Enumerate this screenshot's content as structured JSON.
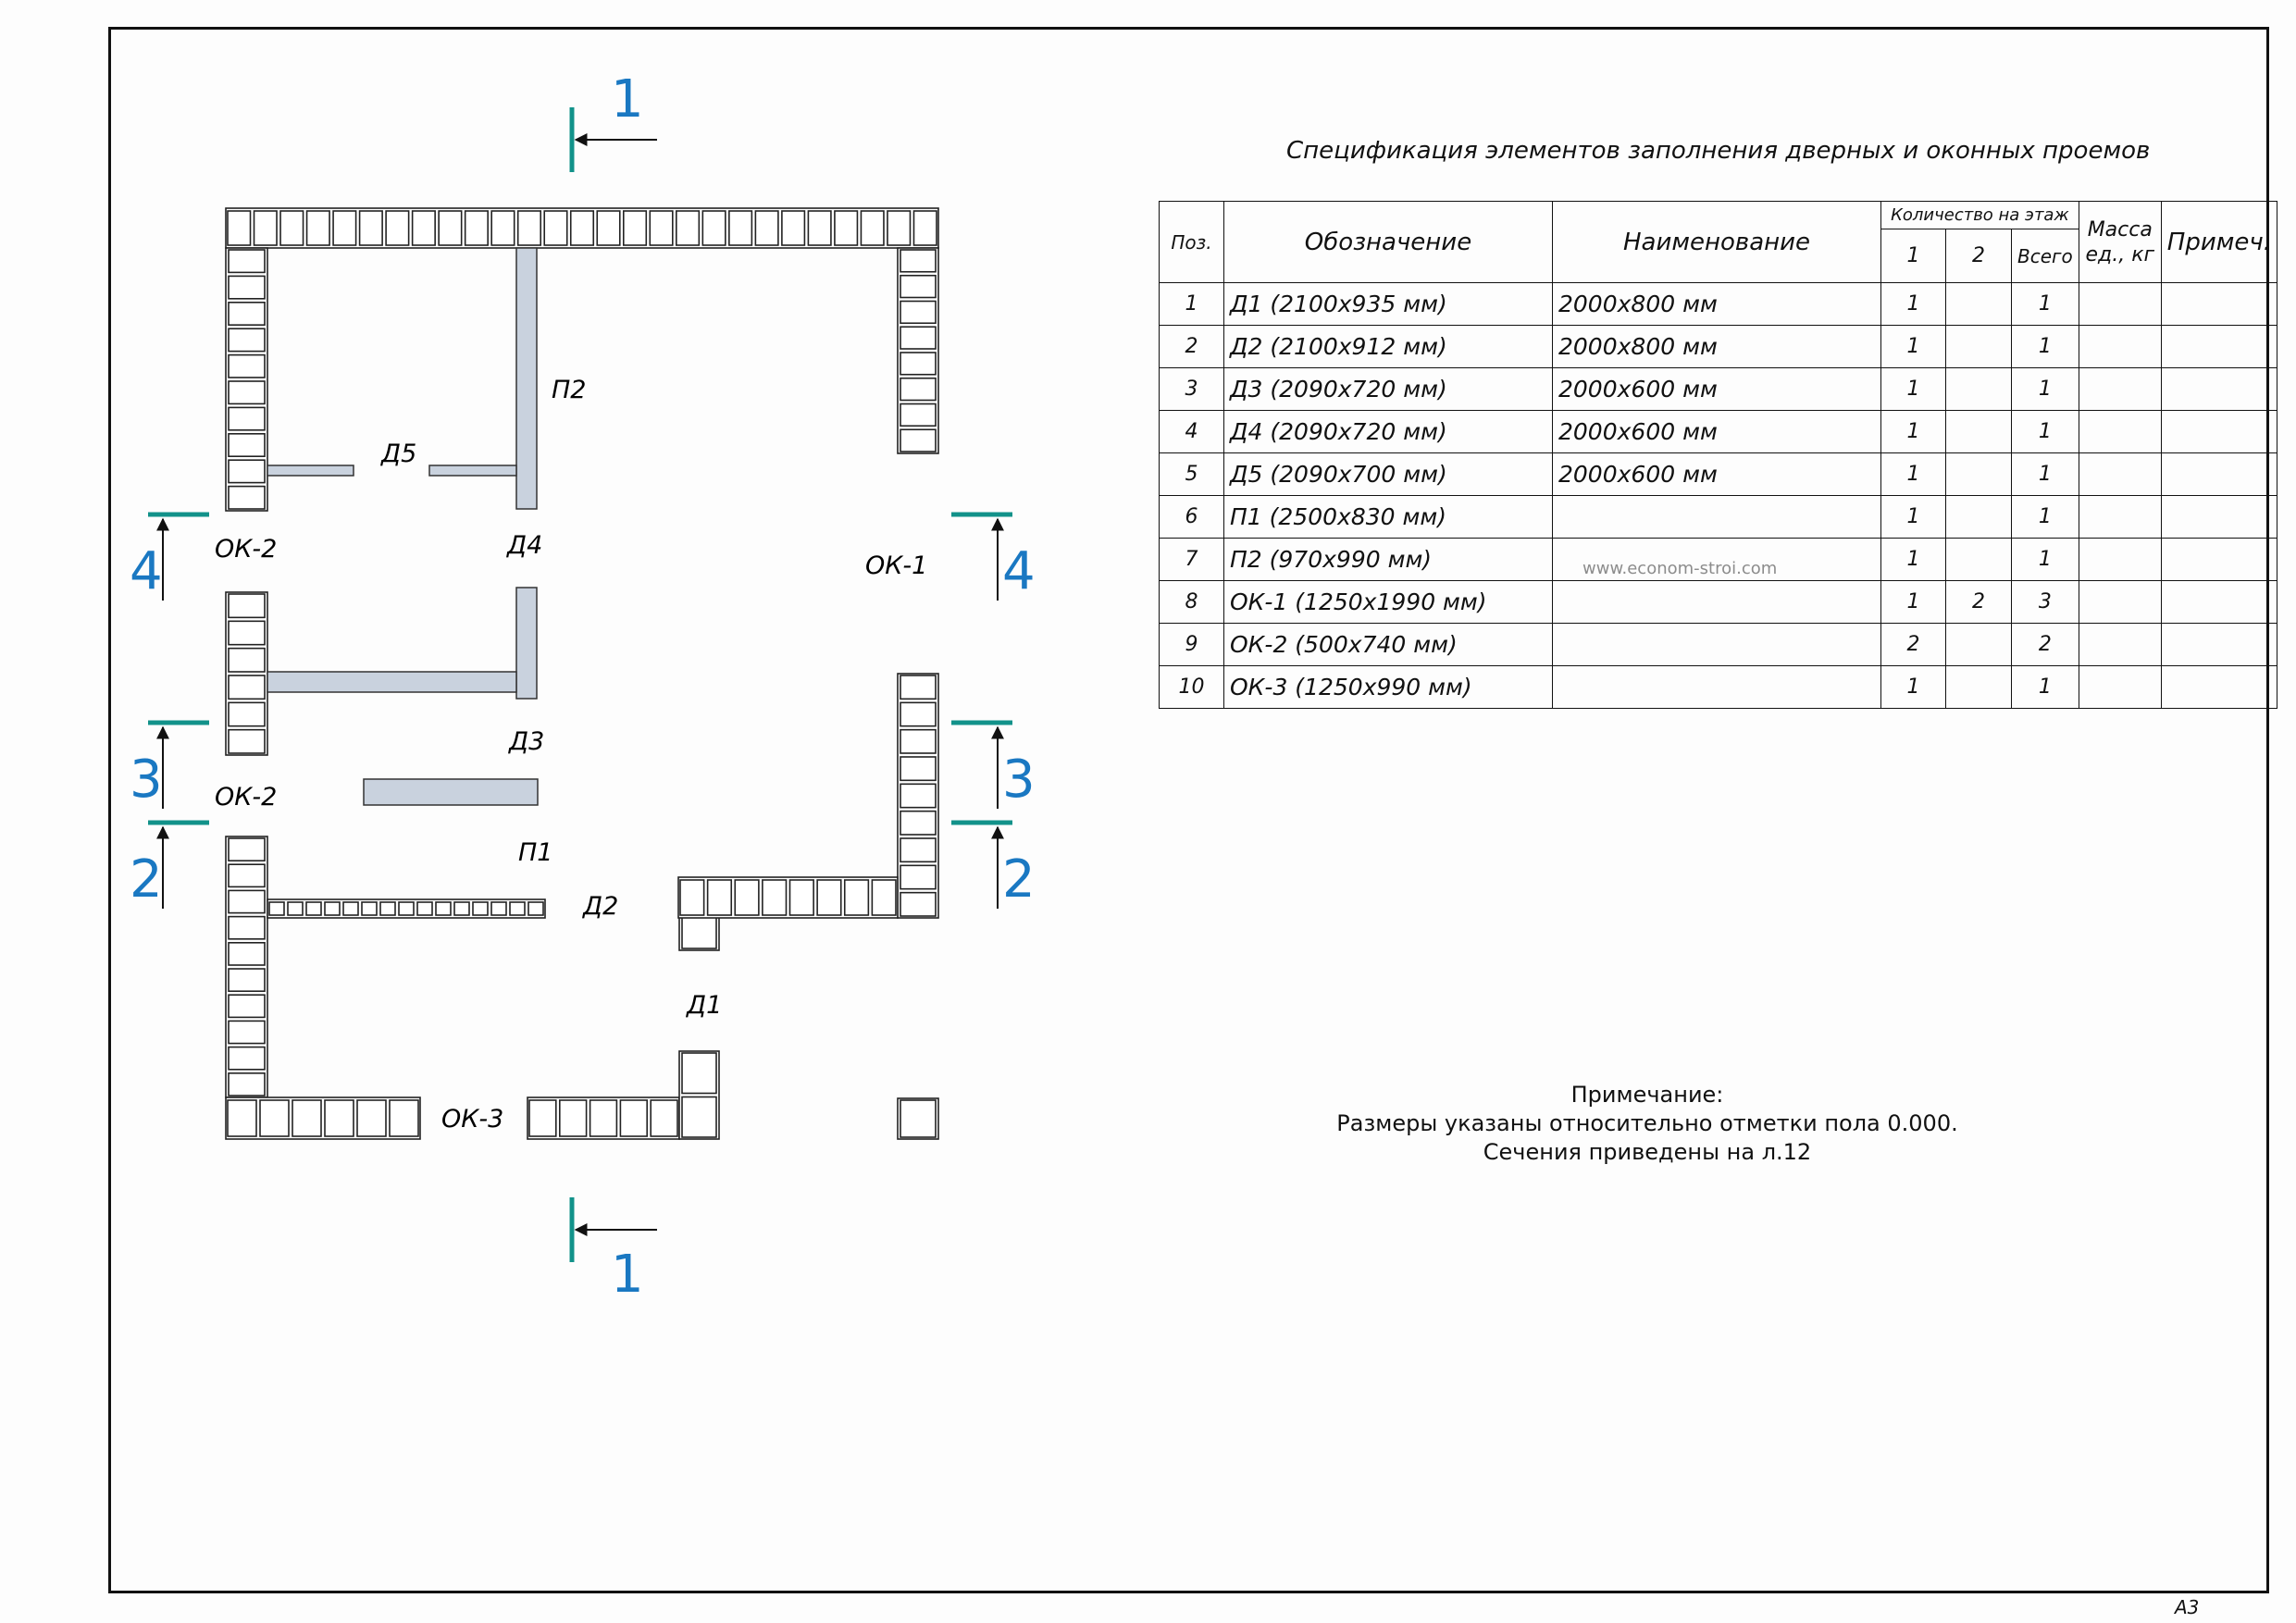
{
  "spec": {
    "title": "Спецификация элементов заполнения дверных и оконных проемов",
    "headers": {
      "pos": "Поз.",
      "designation": "Обозначение",
      "name": "Наименование",
      "qty_group": "Количество на этаж",
      "qty_1": "1",
      "qty_2": "2",
      "qty_total": "Всего",
      "mass_1": "Масса",
      "mass_2": "ед., кг",
      "note": "Примеч."
    },
    "rows": [
      {
        "pos": "1",
        "designation": "Д1 (2100х935 мм)",
        "name": "2000х800 мм",
        "q1": "1",
        "q2": "",
        "total": "1",
        "mass": "",
        "note": ""
      },
      {
        "pos": "2",
        "designation": "Д2 (2100х912 мм)",
        "name": "2000х800 мм",
        "q1": "1",
        "q2": "",
        "total": "1",
        "mass": "",
        "note": ""
      },
      {
        "pos": "3",
        "designation": "Д3 (2090х720 мм)",
        "name": "2000х600 мм",
        "q1": "1",
        "q2": "",
        "total": "1",
        "mass": "",
        "note": ""
      },
      {
        "pos": "4",
        "designation": "Д4 (2090х720 мм)",
        "name": "2000х600 мм",
        "q1": "1",
        "q2": "",
        "total": "1",
        "mass": "",
        "note": ""
      },
      {
        "pos": "5",
        "designation": "Д5 (2090х700 мм)",
        "name": "2000х600 мм",
        "q1": "1",
        "q2": "",
        "total": "1",
        "mass": "",
        "note": ""
      },
      {
        "pos": "6",
        "designation": "П1 (2500х830 мм)",
        "name": "",
        "q1": "1",
        "q2": "",
        "total": "1",
        "mass": "",
        "note": ""
      },
      {
        "pos": "7",
        "designation": "П2 (970х990 мм)",
        "name": "",
        "q1": "1",
        "q2": "",
        "total": "1",
        "mass": "",
        "note": ""
      },
      {
        "pos": "8",
        "designation": "ОК-1 (1250х1990 мм)",
        "name": "",
        "q1": "1",
        "q2": "2",
        "total": "3",
        "mass": "",
        "note": ""
      },
      {
        "pos": "9",
        "designation": "ОК-2 (500х740 мм)",
        "name": "",
        "q1": "2",
        "q2": "",
        "total": "2",
        "mass": "",
        "note": ""
      },
      {
        "pos": "10",
        "designation": "ОК-3 (1250х990 мм)",
        "name": "",
        "q1": "1",
        "q2": "",
        "total": "1",
        "mass": "",
        "note": ""
      }
    ]
  },
  "watermark": "www.econom-stroi.com",
  "note": {
    "title": "Примечание:",
    "line1": "Размеры указаны относительно отметки пола 0.000.",
    "line2": "Сечения приведены на л.12"
  },
  "plan": {
    "labels": {
      "d1": "Д1",
      "d2": "Д2",
      "d3": "Д3",
      "d4": "Д4",
      "d5": "Д5",
      "p1": "П1",
      "p2": "П2",
      "ok1": "ОК-1",
      "ok2_a": "ОК-2",
      "ok2_b": "ОК-2",
      "ok3": "ОК-3"
    },
    "sections": {
      "s1_top": "1",
      "s1_bottom": "1",
      "s2_left": "2",
      "s2_right": "2",
      "s3_left": "3",
      "s3_right": "3",
      "s4_left": "4",
      "s4_right": "4"
    }
  },
  "sheet_format": "А3",
  "colors": {
    "section_number": "#1a78c2",
    "section_mark": "#12928a",
    "partition_fill": "#c9d2de",
    "line": "#1a1a1a"
  }
}
